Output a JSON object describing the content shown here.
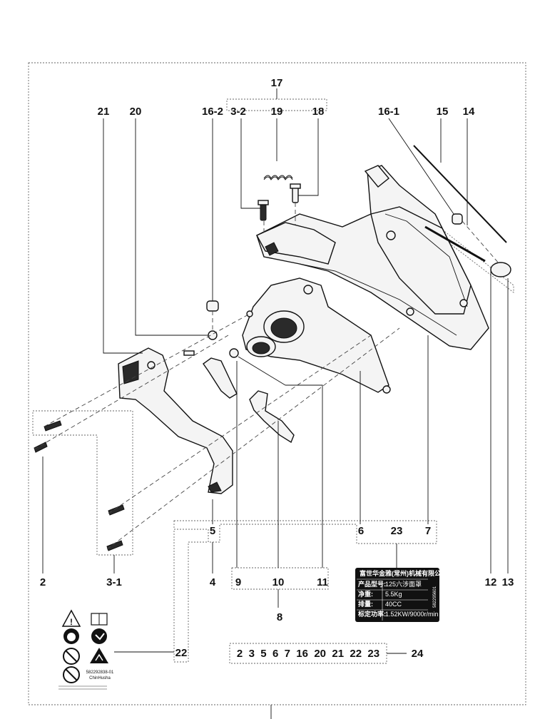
{
  "callouts": {
    "n17": "17",
    "n21": "21",
    "n20": "20",
    "n16_2": "16-2",
    "n3_2": "3-2",
    "n19": "19",
    "n18": "18",
    "n16_1": "16-1",
    "n15": "15",
    "n14": "14",
    "n2": "2",
    "n3_1": "3-1",
    "n4": "4",
    "n5": "5",
    "n6": "6",
    "n23": "23",
    "n7": "7",
    "n9": "9",
    "n10": "10",
    "n11": "11",
    "n8": "8",
    "n12": "12",
    "n13": "13",
    "n22": "22",
    "n24": "24"
  },
  "kit_list": "2  3  5  6  7  16  20  21  22  23",
  "product_label": {
    "company": "富世华金雅(常州)机械有限公司",
    "rows": [
      {
        "key": "产品型号:",
        "value": "125六涉面罩"
      },
      {
        "key": "净重:",
        "value": "5.5Kg"
      },
      {
        "key": "排量:",
        "value": "40CC"
      },
      {
        "key": "标定功率:",
        "value": "1.52KW/9000r/min"
      }
    ],
    "side_code": "582295601"
  },
  "warning_sticker": {
    "code": "582292838-01",
    "brand": "ChinHusha"
  }
}
